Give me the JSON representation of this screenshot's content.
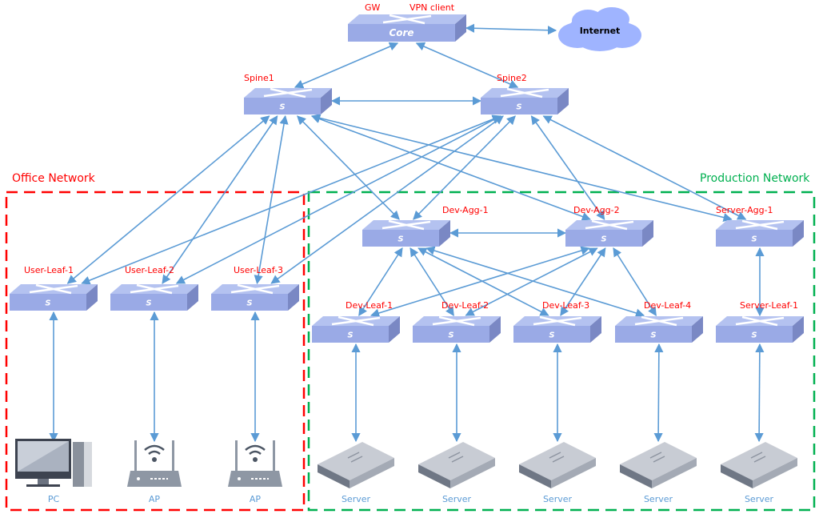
{
  "zones": [
    {
      "id": "office",
      "label": "Office Network",
      "color": "#ff0000"
    },
    {
      "id": "production",
      "label": "Production Network",
      "color": "#00b050"
    }
  ],
  "core": {
    "id": "core",
    "labels": [
      "GW",
      "VPN client"
    ],
    "badge": "Core"
  },
  "internet": {
    "id": "internet",
    "label": "Internet",
    "color": "#9fb4ff"
  },
  "switches": [
    {
      "id": "spine1",
      "label": "Spine1",
      "badge": "S"
    },
    {
      "id": "spine2",
      "label": "Spine2",
      "badge": "S"
    },
    {
      "id": "devagg1",
      "label": "Dev-Agg-1",
      "badge": "S"
    },
    {
      "id": "devagg2",
      "label": "Dev-Agg-2",
      "badge": "S"
    },
    {
      "id": "srvagg1",
      "label": "Server-Agg-1",
      "badge": "S"
    },
    {
      "id": "uleaf1",
      "label": "User-Leaf-1",
      "badge": "S"
    },
    {
      "id": "uleaf2",
      "label": "User-Leaf-2",
      "badge": "S"
    },
    {
      "id": "uleaf3",
      "label": "User-Leaf-3",
      "badge": "S"
    },
    {
      "id": "dleaf1",
      "label": "Dev-Leaf-1",
      "badge": "S"
    },
    {
      "id": "dleaf2",
      "label": "Dev-Leaf-2",
      "badge": "S"
    },
    {
      "id": "dleaf3",
      "label": "Dev-Leaf-3",
      "badge": "S"
    },
    {
      "id": "dleaf4",
      "label": "Dev-Leaf-4",
      "badge": "S"
    },
    {
      "id": "sleaf1",
      "label": "Server-Leaf-1",
      "badge": "S"
    }
  ],
  "endpoints": [
    {
      "id": "pc",
      "type": "pc",
      "label": "PC"
    },
    {
      "id": "ap1",
      "type": "ap",
      "label": "AP"
    },
    {
      "id": "ap2",
      "type": "ap",
      "label": "AP"
    },
    {
      "id": "srv1",
      "type": "server",
      "label": "Server"
    },
    {
      "id": "srv2",
      "type": "server",
      "label": "Server"
    },
    {
      "id": "srv3",
      "type": "server",
      "label": "Server"
    },
    {
      "id": "srv4",
      "type": "server",
      "label": "Server"
    },
    {
      "id": "srv5",
      "type": "server",
      "label": "Server"
    }
  ],
  "links": [
    [
      "core",
      "internet"
    ],
    [
      "core",
      "spine1"
    ],
    [
      "core",
      "spine2"
    ],
    [
      "spine1",
      "spine2"
    ],
    [
      "spine1",
      "uleaf1"
    ],
    [
      "spine1",
      "uleaf2"
    ],
    [
      "spine1",
      "uleaf3"
    ],
    [
      "spine2",
      "uleaf1"
    ],
    [
      "spine2",
      "uleaf2"
    ],
    [
      "spine2",
      "uleaf3"
    ],
    [
      "spine1",
      "devagg1"
    ],
    [
      "spine1",
      "devagg2"
    ],
    [
      "spine1",
      "srvagg1"
    ],
    [
      "spine2",
      "devagg1"
    ],
    [
      "spine2",
      "devagg2"
    ],
    [
      "spine2",
      "srvagg1"
    ],
    [
      "devagg1",
      "devagg2"
    ],
    [
      "devagg1",
      "dleaf1"
    ],
    [
      "devagg1",
      "dleaf2"
    ],
    [
      "devagg1",
      "dleaf3"
    ],
    [
      "devagg1",
      "dleaf4"
    ],
    [
      "devagg2",
      "dleaf1"
    ],
    [
      "devagg2",
      "dleaf2"
    ],
    [
      "devagg2",
      "dleaf3"
    ],
    [
      "devagg2",
      "dleaf4"
    ],
    [
      "srvagg1",
      "sleaf1"
    ],
    [
      "uleaf1",
      "pc"
    ],
    [
      "uleaf2",
      "ap1"
    ],
    [
      "uleaf3",
      "ap2"
    ],
    [
      "dleaf1",
      "srv1"
    ],
    [
      "dleaf2",
      "srv2"
    ],
    [
      "dleaf3",
      "srv3"
    ],
    [
      "dleaf4",
      "srv4"
    ],
    [
      "sleaf1",
      "srv5"
    ]
  ],
  "colors": {
    "link": "#5b9bd5",
    "switch_top": "#b4c2f0",
    "switch_front": "#9aaae6",
    "switch_side": "#7a88c4"
  }
}
